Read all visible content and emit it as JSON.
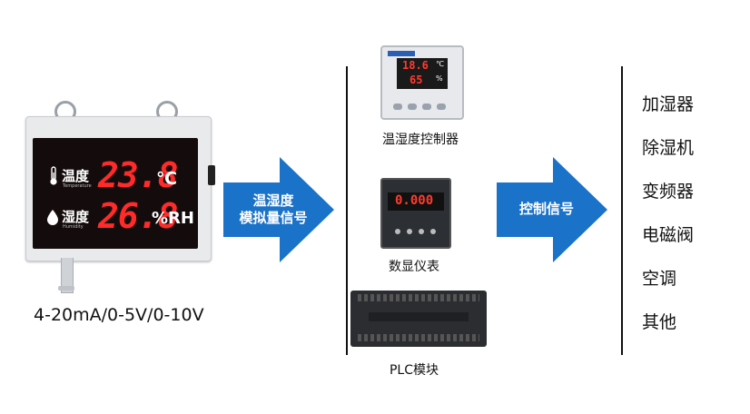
{
  "sensor": {
    "temp_label": "温度",
    "temp_sub": "Temperature",
    "temp_value": "23.8",
    "temp_unit": "℃",
    "humid_label": "湿度",
    "humid_sub": "Humidity",
    "humid_value": "26.8",
    "humid_unit": "%RH",
    "range_text": "4-20mA/0-5V/0-10V"
  },
  "arrow1": {
    "line1": "温湿度",
    "line2": "模拟量信号"
  },
  "arrow2": {
    "label": "控制信号"
  },
  "devices": [
    {
      "label": "温湿度控制器"
    },
    {
      "label": "数显仪表"
    },
    {
      "label": "PLC模块"
    }
  ],
  "controller_display": {
    "row1": "18.6",
    "row1_unit": "℃",
    "row2": "65",
    "row2_unit": "%"
  },
  "meter_display": {
    "value": "0.000"
  },
  "outputs": [
    "加湿器",
    "除湿机",
    "变频器",
    "电磁阀",
    "空调",
    "其他"
  ],
  "colors": {
    "arrow": "#1a72c9",
    "segment": "#ff2a2a",
    "screen": "#140c0c"
  }
}
